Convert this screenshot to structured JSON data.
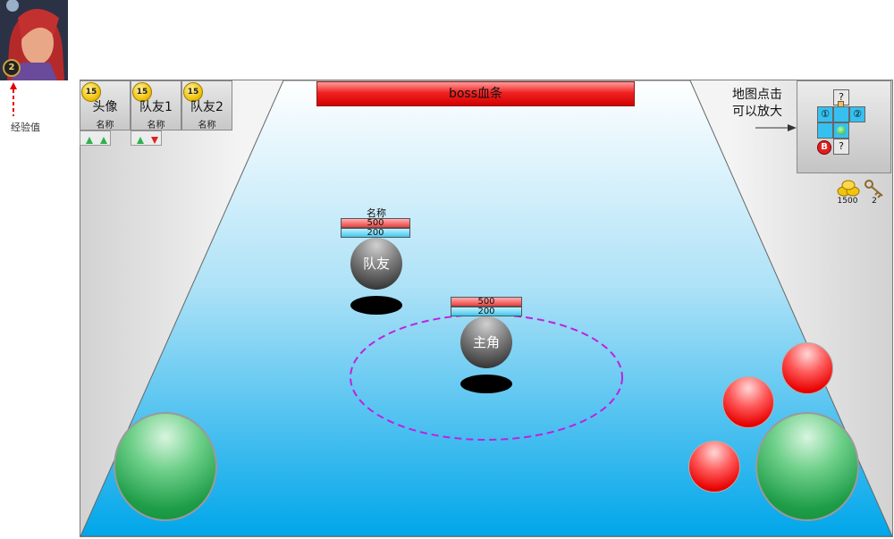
{
  "portrait": {
    "level": "2"
  },
  "xp": {
    "label": "经验值"
  },
  "boss": {
    "label": "boss血条"
  },
  "party": [
    {
      "level": "15",
      "title": "头像",
      "name": "名称"
    },
    {
      "level": "15",
      "title": "队友1",
      "name": "名称"
    },
    {
      "level": "15",
      "title": "队友2",
      "name": "名称"
    }
  ],
  "teammate": {
    "name": "名称",
    "hp": "500",
    "mp": "200",
    "label": "队友"
  },
  "player": {
    "hp": "500",
    "mp": "200",
    "label": "主角"
  },
  "minimap": {
    "hint_line1": "地图点击",
    "hint_line2": "可以放大",
    "top_room": "?",
    "room_1": "①",
    "room_2": "②",
    "boss_room": "B",
    "bottom_room": "?"
  },
  "resources": {
    "gold": "1500",
    "keys": "2"
  },
  "colors": {
    "floor_top": "#ffffff",
    "floor_bottom": "#00a6ea",
    "boss_bar": "#e00000",
    "range_ring": "#c020e0"
  }
}
